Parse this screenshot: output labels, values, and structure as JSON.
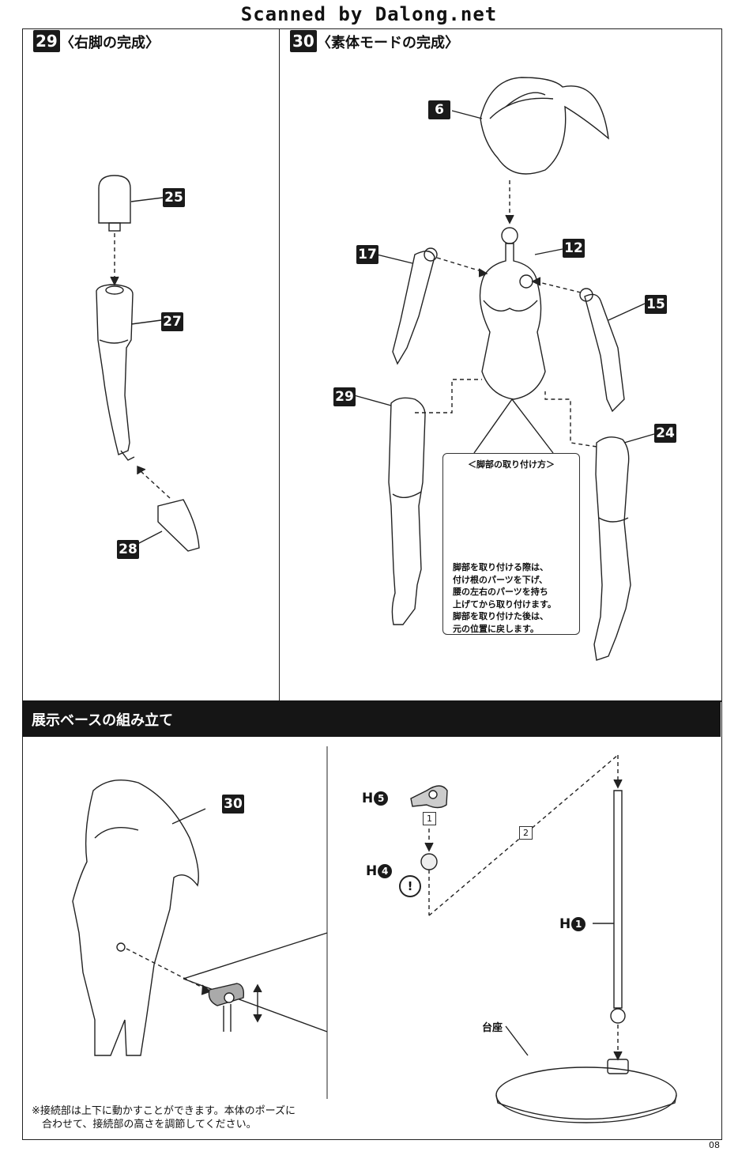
{
  "header": {
    "scanned_by": "Scanned by Dalong.net"
  },
  "step29": {
    "number": "29",
    "title": "〈右脚の完成〉",
    "parts": [
      "25",
      "27",
      "28"
    ]
  },
  "step30": {
    "number": "30",
    "title": "〈素体モードの完成〉",
    "parts": [
      "6",
      "12",
      "17",
      "15",
      "29",
      "24"
    ]
  },
  "leg_attach": {
    "title": "＜脚部の取り付け方＞",
    "text": "脚部を取り付ける際は、\n付け根のパーツを下げ、\n腰の左右のパーツを持ち\n上げてから取り付けます。\n脚部を取り付けた後は、\n元の位置に戻します。"
  },
  "section": {
    "title": "展示ベースの組み立て"
  },
  "base": {
    "body_part": "30",
    "h5": {
      "letter": "H",
      "num": "5"
    },
    "h4": {
      "letter": "H",
      "num": "4"
    },
    "h1": {
      "letter": "H",
      "num": "1"
    },
    "order1": "1",
    "order2": "2",
    "warning": "!",
    "stand_label": "台座"
  },
  "note": "※接続部は上下に動かすことができます。本体のポーズに\n　合わせて、接続部の高さを調節してください。",
  "page_number": "08"
}
